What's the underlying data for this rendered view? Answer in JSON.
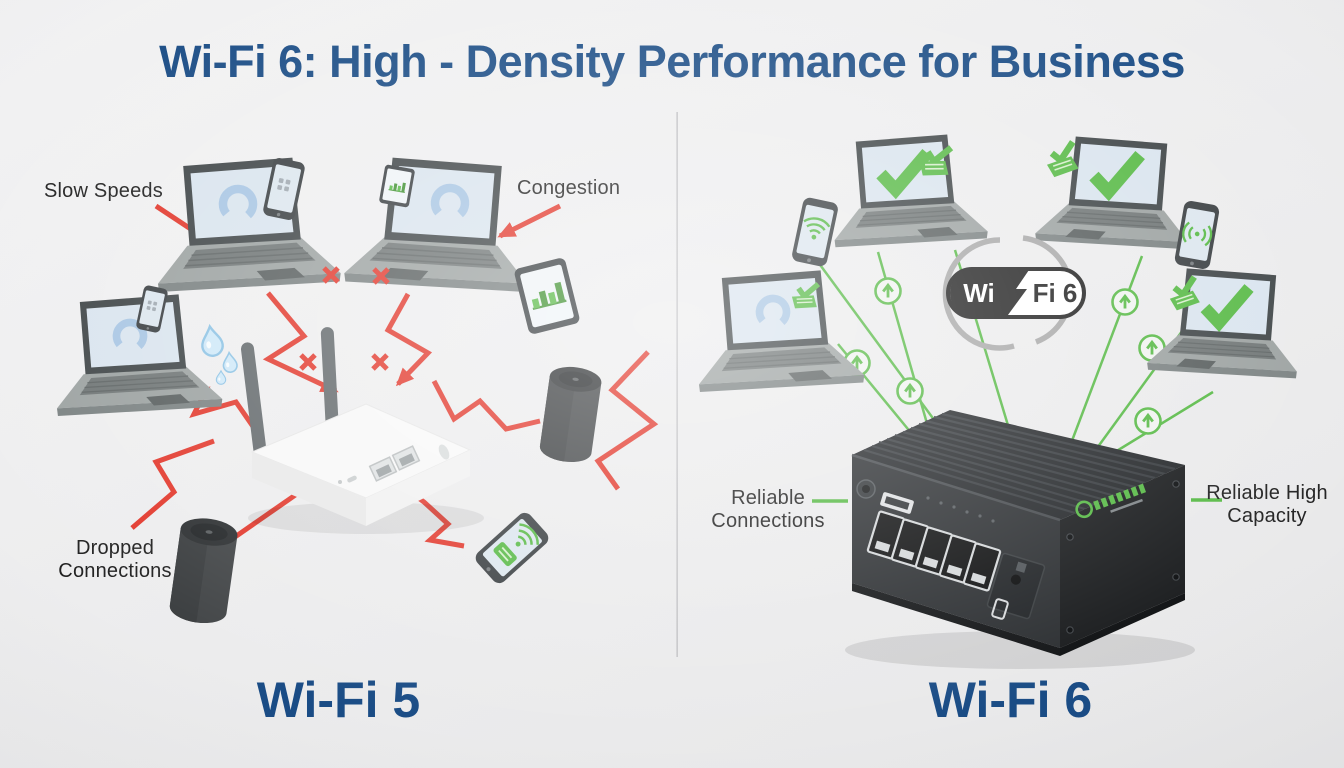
{
  "title": "Wi-Fi 6: High - Density Performance for Business",
  "panels": {
    "wifi5": {
      "caption": "Wi-Fi 5",
      "labels": {
        "slow_speeds": "Slow Speeds",
        "congestion": "Congestion",
        "dropped_connections": "Dropped Connections"
      }
    },
    "wifi6": {
      "caption": "Wi-Fi 6",
      "labels": {
        "reliable_connections": "Reliable Connections",
        "reliable_high_capacity": "Reliable High Capacity"
      },
      "badge": {
        "left_text": "Wi",
        "right_text": "Fi 6"
      }
    }
  },
  "colors": {
    "heading_blue": "#1a4c85",
    "alert_red": "#e2372b",
    "success_green": "#56b944",
    "success_green_dark": "#3f9130",
    "spinner_blue": "#a7c5e3",
    "background": "#eeeeef",
    "divider_gray": "#c3c3c6",
    "badge_gray": "#a8a8a8"
  },
  "icons": {
    "loading-spinner-icon": "◌",
    "check-icon": "✓",
    "cross-icon": "×",
    "up-arrow-circle-icon": "↑",
    "wifi-signal-icon": "((•))",
    "bar-chart-icon": "▂▄▆",
    "water-drop-icon": "💧",
    "zigzag-interference-line": "〰",
    "connection-line": "—"
  }
}
